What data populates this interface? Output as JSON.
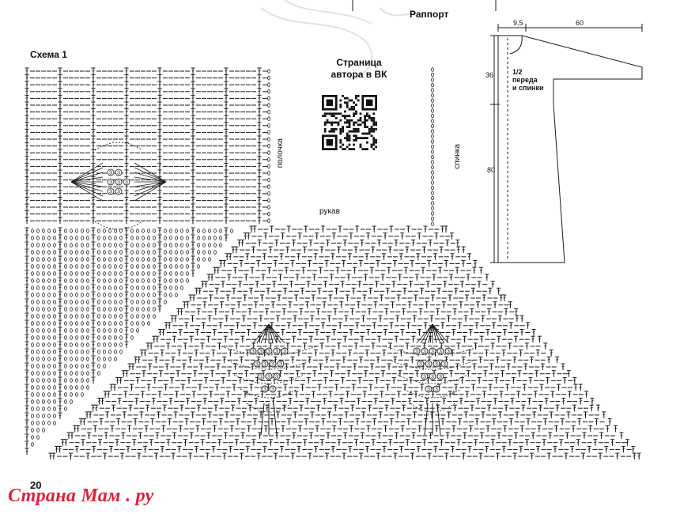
{
  "labels": {
    "scheme_title": "Схема 1",
    "author_line1": "Страница",
    "author_line2": "автора в ВК",
    "rapport": "Раппорт",
    "sleeve": "рукав",
    "front": "полочка",
    "back": "спинка",
    "page_number": "20",
    "watermark": "Страна Мам . ру"
  },
  "pattern_pad": {
    "dim_width_left": "9,5",
    "dim_width_right": "60",
    "dim_height_top": "36",
    "dim_height_body": "80",
    "half_line1": "1/2",
    "half_line2": "переда",
    "half_line3": "и спинки"
  },
  "chart_symbols": {
    "cluster_numbers": [
      "3",
      "4"
    ],
    "colors": {
      "ink": "#1a1a1a",
      "watermark": "#e0203a"
    }
  }
}
